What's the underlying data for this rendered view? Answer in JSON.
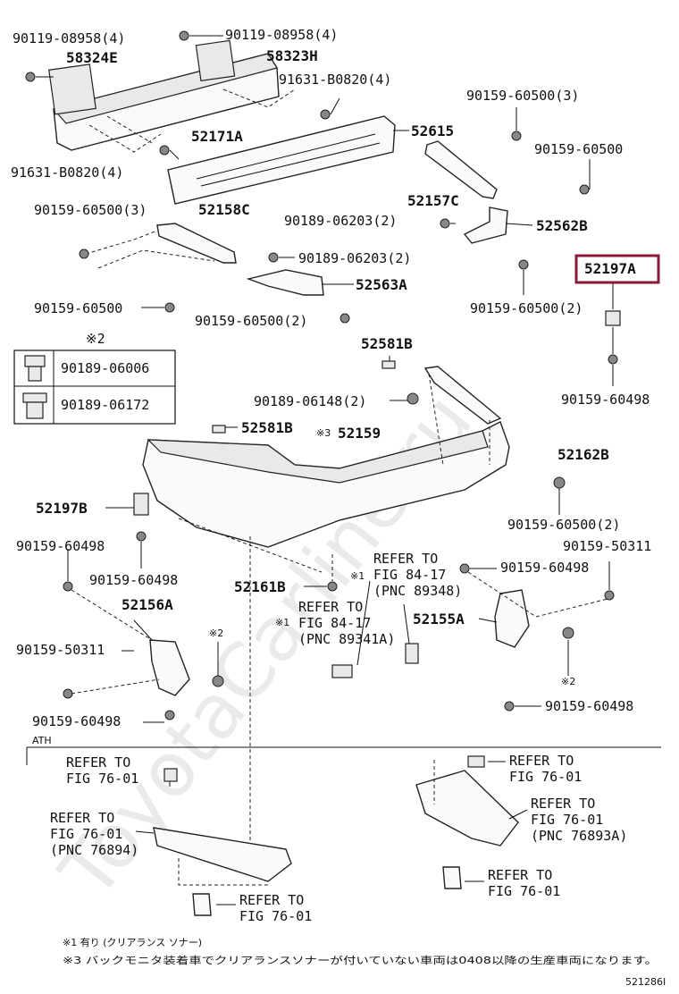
{
  "watermark": "ToyotaCarline.ru",
  "highlighted_part": "52197A",
  "legend": {
    "mark": "※2",
    "items": [
      "90189-06006",
      "90189-06172"
    ]
  },
  "labels": {
    "p90119_a": "90119-08958(4)",
    "p58324E": "58324E",
    "p90119_b": "90119-08958(4)",
    "p58323H": "58323H",
    "p91631_a": "91631-B0820(4)",
    "p52171A": "52171A",
    "p91631_b": "91631-B0820(4)",
    "p90159_60500_3a": "90159-60500(3)",
    "p52615": "52615",
    "p90159_60500_a": "90159-60500",
    "p52157C": "52157C",
    "p90159_60500_3b": "90159-60500(3)",
    "p52158C": "52158C",
    "p90189_06203_a": "90189-06203(2)",
    "p52562B": "52562B",
    "p90189_06203_b": "90189-06203(2)",
    "p52197A": "52197A",
    "p52563A": "52563A",
    "p90159_60500_b": "90159-60500",
    "p90159_60500_2a": "90159-60500(2)",
    "p90159_60500_2b": "90159-60500(2)",
    "p52581B_a": "52581B",
    "p90189_06148": "90189-06148(2)",
    "p90159_60498_a": "90159-60498",
    "p52581B_b": "52581B",
    "p52159": "52159",
    "p52159_mark": "※3",
    "p52162B": "52162B",
    "p52197B": "52197B",
    "p90159_60500_2c": "90159-60500(2)",
    "p90159_60498_b": "90159-60498",
    "p90159_50311_a": "90159-50311",
    "p90159_60498_c": "90159-60498",
    "p52161B": "52161B",
    "p90159_60498_d": "90159-60498",
    "p52156A": "52156A",
    "p52155A": "52155A",
    "p90159_50311_b": "90159-50311",
    "p90159_60498_e": "90159-60498",
    "p90159_60498_f": "90159-60498",
    "mark2_a": "※2",
    "mark2_b": "※2",
    "ath": "ATH"
  },
  "refers": {
    "r1": {
      "mark": "※1",
      "l1": "REFER TO",
      "l2": "FIG 84-17",
      "l3": "(PNC 89348)"
    },
    "r2": {
      "mark": "※1",
      "l1": "REFER TO",
      "l2": "FIG 84-17",
      "l3": "(PNC 89341A)"
    },
    "r3": {
      "l1": "REFER TO",
      "l2": "FIG 76-01"
    },
    "r4": {
      "l1": "REFER TO",
      "l2": "FIG 76-01"
    },
    "r5": {
      "l1": "REFER TO",
      "l2": "FIG 76-01",
      "l3": "(PNC 76894)"
    },
    "r6": {
      "l1": "REFER TO",
      "l2": "FIG 76-01",
      "l3": "(PNC 76893A)"
    },
    "r7": {
      "l1": "REFER TO",
      "l2": "FIG 76-01"
    },
    "r8": {
      "l1": "REFER TO",
      "l2": "FIG 76-01"
    }
  },
  "footnotes": {
    "n1": "※1 有り (クリアランス ソナー)",
    "n3": "※3 バックモニタ装着車でクリアランスソナーが付いていない車両は0408以降の生産車両になります。"
  },
  "figure_id": "521286I"
}
